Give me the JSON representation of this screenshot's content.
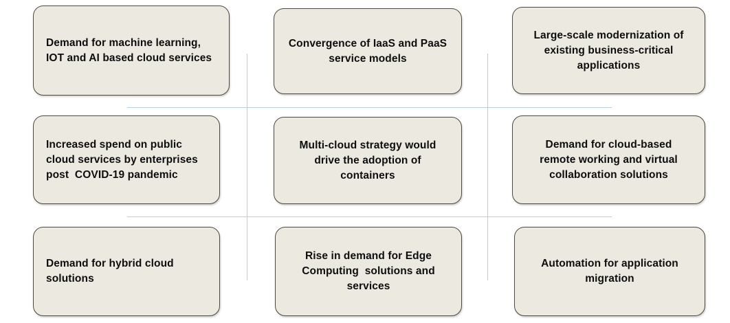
{
  "diagram": {
    "grid": {
      "rows": 3,
      "columns": 3,
      "line_color": "#b9cfe0"
    },
    "card_style": {
      "fill": "#ebe9e0",
      "border": "#4c4740",
      "text_color": "#0d0d0d"
    },
    "cards": [
      {
        "id": "r1c1",
        "row": 1,
        "column": 1,
        "align": "left",
        "text": "Demand for machine learning,\nIOT and AI based cloud services"
      },
      {
        "id": "r1c2",
        "row": 1,
        "column": 2,
        "align": "center",
        "text": "Convergence of IaaS and PaaS\nservice models"
      },
      {
        "id": "r1c3",
        "row": 1,
        "column": 3,
        "align": "center",
        "text": "Large-scale modernization of\nexisting business-critical\napplications"
      },
      {
        "id": "r2c1",
        "row": 2,
        "column": 1,
        "align": "left",
        "text": "Increased spend on public\ncloud services by enterprises\npost  COVID-19 pandemic"
      },
      {
        "id": "r2c2",
        "row": 2,
        "column": 2,
        "align": "center",
        "text": "Multi-cloud strategy would\ndrive the adoption of\ncontainers"
      },
      {
        "id": "r2c3",
        "row": 2,
        "column": 3,
        "align": "center",
        "text": "Demand for cloud-based\nremote working and virtual\ncollaboration solutions"
      },
      {
        "id": "r3c1",
        "row": 3,
        "column": 1,
        "align": "left",
        "text": "Demand for hybrid cloud\nsolutions"
      },
      {
        "id": "r3c2",
        "row": 3,
        "column": 2,
        "align": "center",
        "text": "Rise in demand for Edge\nComputing  solutions and\nservices"
      },
      {
        "id": "r3c3",
        "row": 3,
        "column": 3,
        "align": "center",
        "text": "Automation for application\nmigration"
      }
    ]
  }
}
